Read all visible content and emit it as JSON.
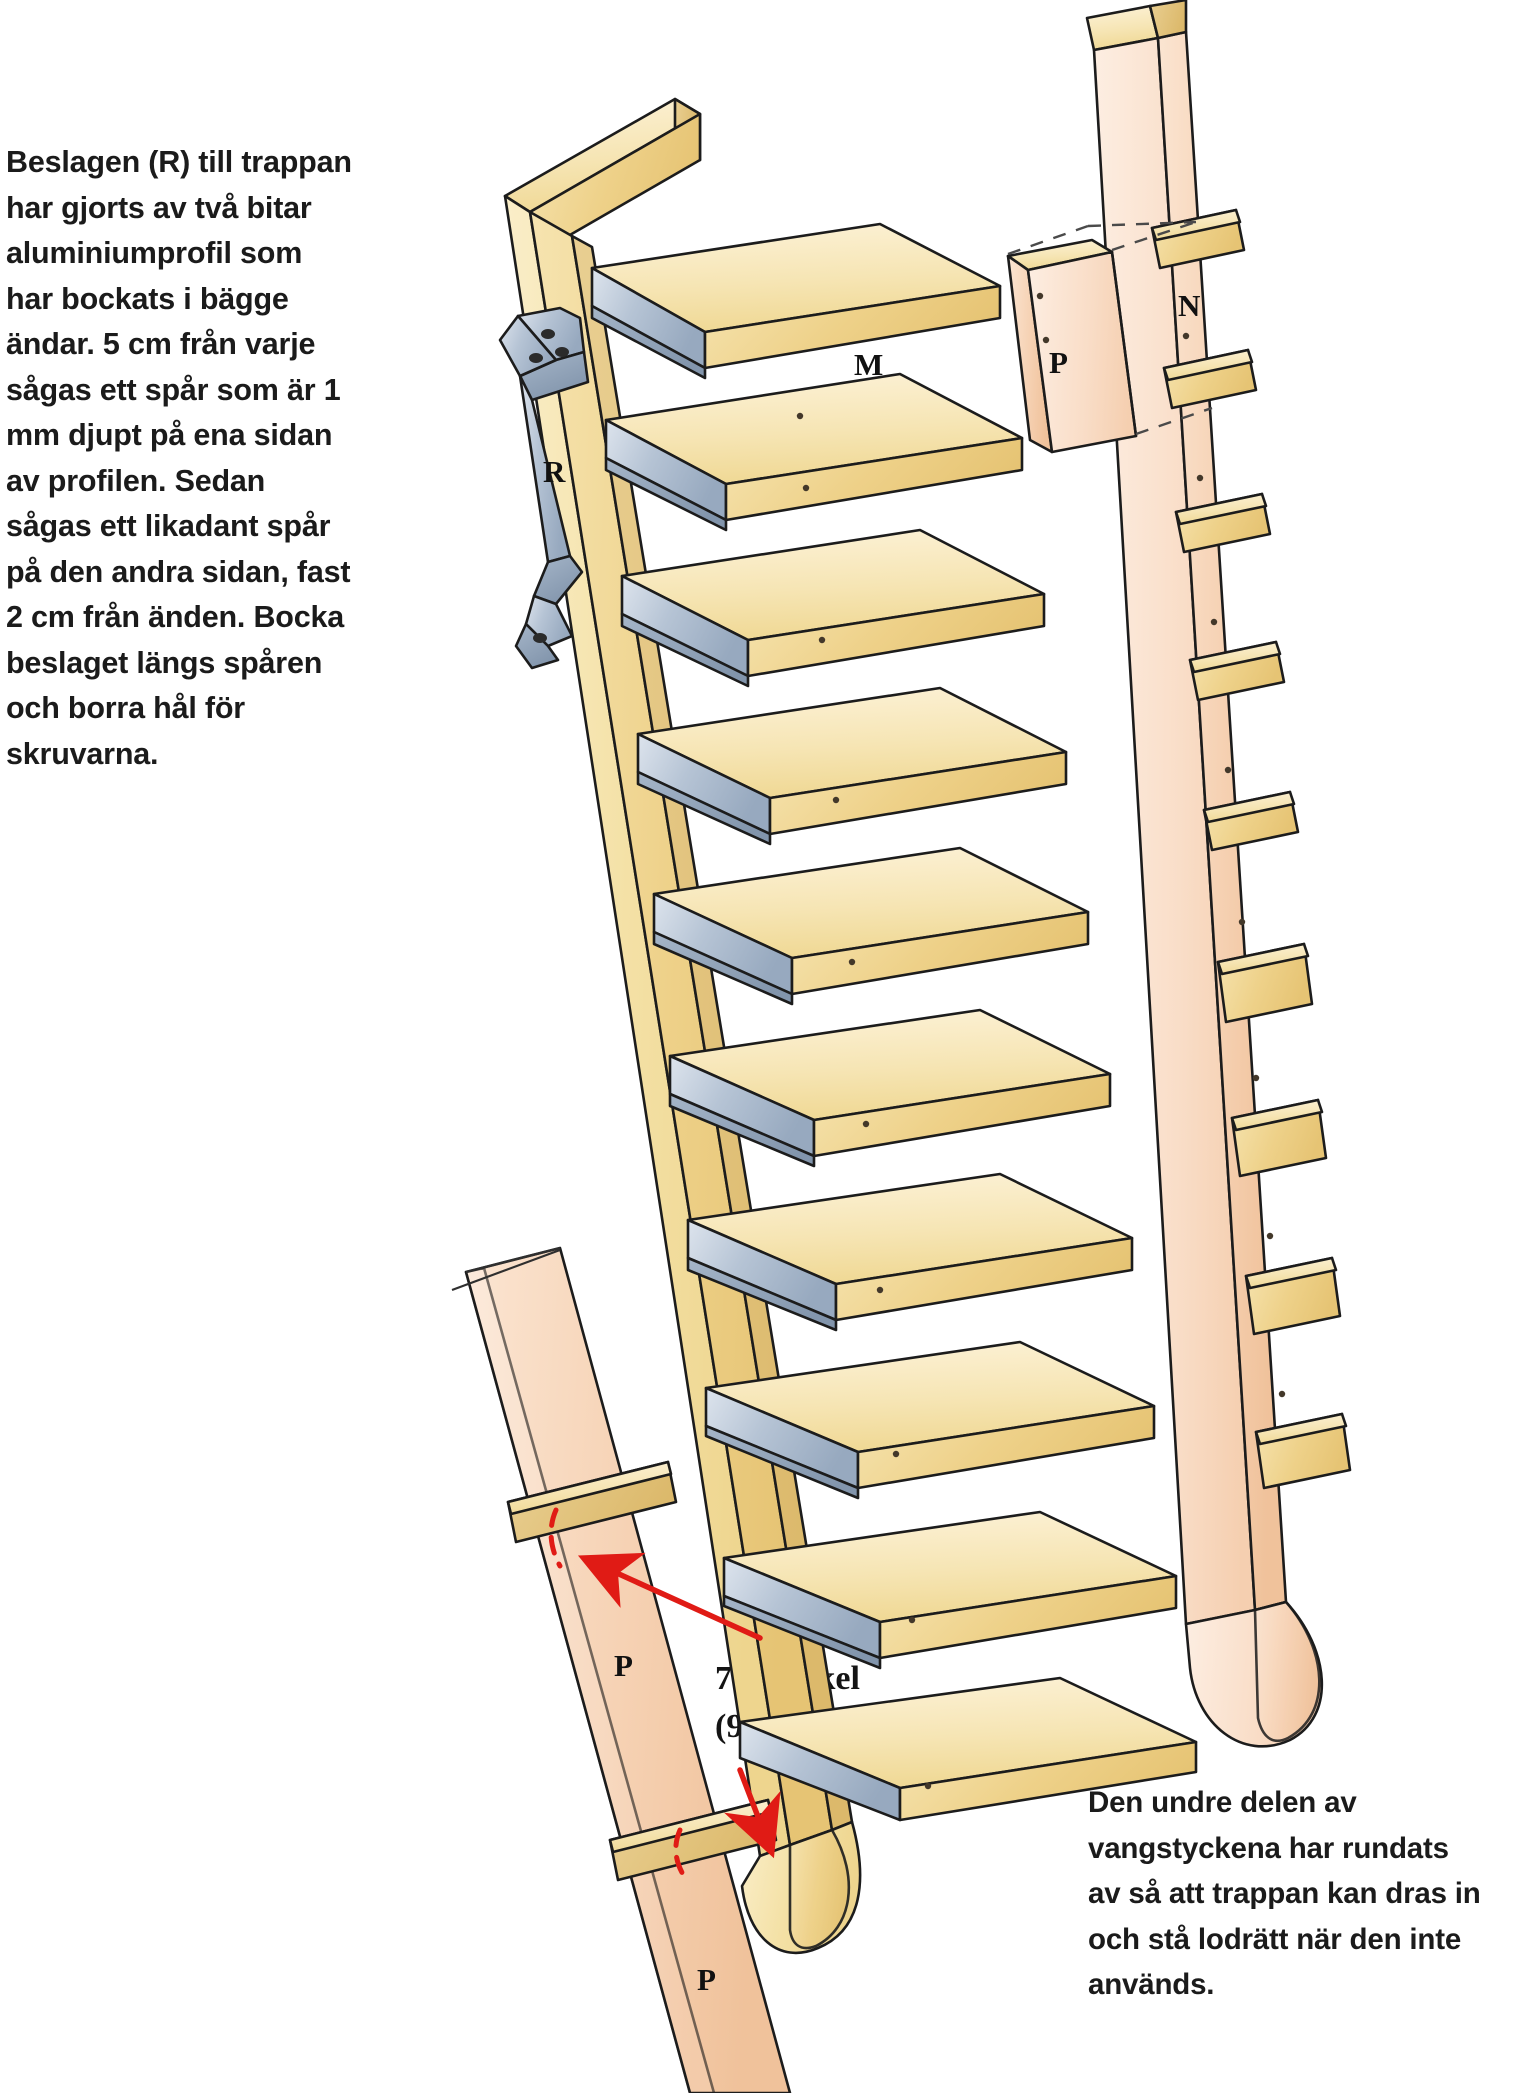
{
  "document": {
    "language": "sv",
    "kind": "woodworking-instruction-illustration"
  },
  "intro_text": "Beslagen (R) till trappan har gjorts av två bitar aluminiumprofil som har bockats i bägge ändar. 5 cm från varje sågas ett spår som är 1 mm djupt på ena sidan av profilen. Sedan sågas ett likadant spår på den andra sidan, fast 2 cm från änden. Bocka beslaget längs spåren och borra hål för skruvarna.",
  "bottom_note_text": "Den undre delen av vangstyckena har rundats av så att trappan kan dras in och stå lodrätt när den inte används.",
  "angle_note": {
    "line1": "75° vinkel",
    "line2": "(90-15)"
  },
  "part_labels": {
    "M": "M",
    "N": "N",
    "P_upper": "P",
    "P_mid": "P",
    "P_lower": "P",
    "R": "R"
  },
  "colors": {
    "wood_light": "#f3de9f",
    "wood_mid": "#eed189",
    "wood_pink": "#f6d2b4",
    "metal": "#b9c6d6",
    "outline": "#1c1c1c",
    "annotation_red": "#e01b15",
    "text": "#1b1b1b",
    "background": "#ffffff"
  }
}
